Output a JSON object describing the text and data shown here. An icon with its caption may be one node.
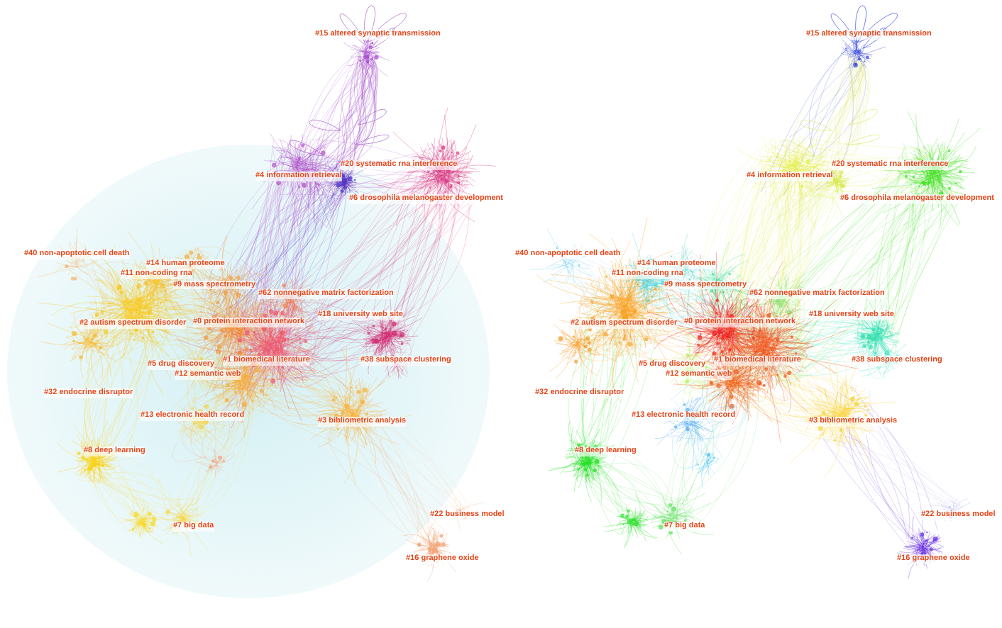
{
  "diagram": {
    "labels": [
      "#15 altered synaptic transmission",
      "#4 information retrieval",
      "#20 systematic rna interference",
      "#6 drosophila melanogaster development",
      "#40 non-apoptotic cell death",
      "#14 human proteome",
      "#11 non-coding rna",
      "#9 mass spectrometry",
      "#62 nonnegative matrix factorization",
      "#18 university web site",
      "#2 autism spectrum disorder",
      "#0 protein interaction network",
      "#5 drug discovery",
      "#1 biomedical literature",
      "#38 subspace clustering",
      "#12 semantic web",
      "#32 endocrine disruptor",
      "#13 electronic health record",
      "#3 bibliometric analysis",
      "#8 deep learning",
      "#22 business model",
      "#7 big data",
      "#16 graphene oxide",
      "#15 altered synaptic transmission",
      "#4 information retrieval",
      "#20 systematic rna interference",
      "#6 drosophila melanogaster development",
      "#40 non-apoptotic cell death",
      "#14 human proteome",
      "#11 non-coding rna",
      "#9 mass spectrometry",
      "#62 nonnegative matrix factorization",
      "#18 university web site",
      "#2 autism spectrum disorder",
      "#0 protein interaction network",
      "#5 drug discovery",
      "#1 biomedical literature",
      "#38 subspace clustering",
      "#12 semantic web",
      "#32 endocrine disruptor",
      "#13 electronic health record",
      "#3 bibliometric analysis",
      "#8 deep learning",
      "#22 business model",
      "#7 big data",
      "#16 graphene oxide"
    ]
  }
}
